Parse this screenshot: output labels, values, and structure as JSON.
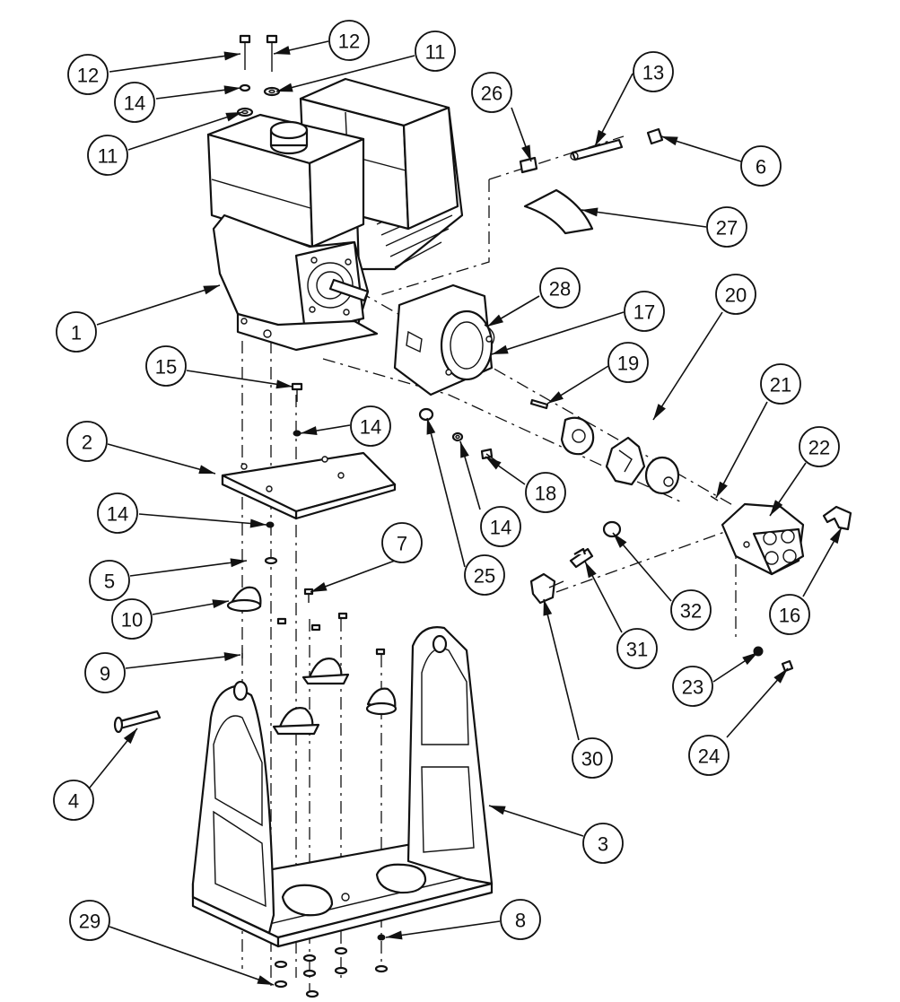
{
  "diagram": {
    "type": "exploded-parts-view",
    "callouts": [
      {
        "label": "1"
      },
      {
        "label": "2"
      },
      {
        "label": "3"
      },
      {
        "label": "4"
      },
      {
        "label": "5"
      },
      {
        "label": "6"
      },
      {
        "label": "7"
      },
      {
        "label": "8"
      },
      {
        "label": "9"
      },
      {
        "label": "10"
      },
      {
        "label": "11"
      },
      {
        "label": "11"
      },
      {
        "label": "12"
      },
      {
        "label": "12"
      },
      {
        "label": "13"
      },
      {
        "label": "14"
      },
      {
        "label": "14"
      },
      {
        "label": "14"
      },
      {
        "label": "14"
      },
      {
        "label": "15"
      },
      {
        "label": "16"
      },
      {
        "label": "17"
      },
      {
        "label": "18"
      },
      {
        "label": "19"
      },
      {
        "label": "20"
      },
      {
        "label": "21"
      },
      {
        "label": "22"
      },
      {
        "label": "23"
      },
      {
        "label": "24"
      },
      {
        "label": "25"
      },
      {
        "label": "26"
      },
      {
        "label": "27"
      },
      {
        "label": "28"
      },
      {
        "label": "29"
      },
      {
        "label": "30"
      },
      {
        "label": "31"
      },
      {
        "label": "32"
      }
    ]
  }
}
